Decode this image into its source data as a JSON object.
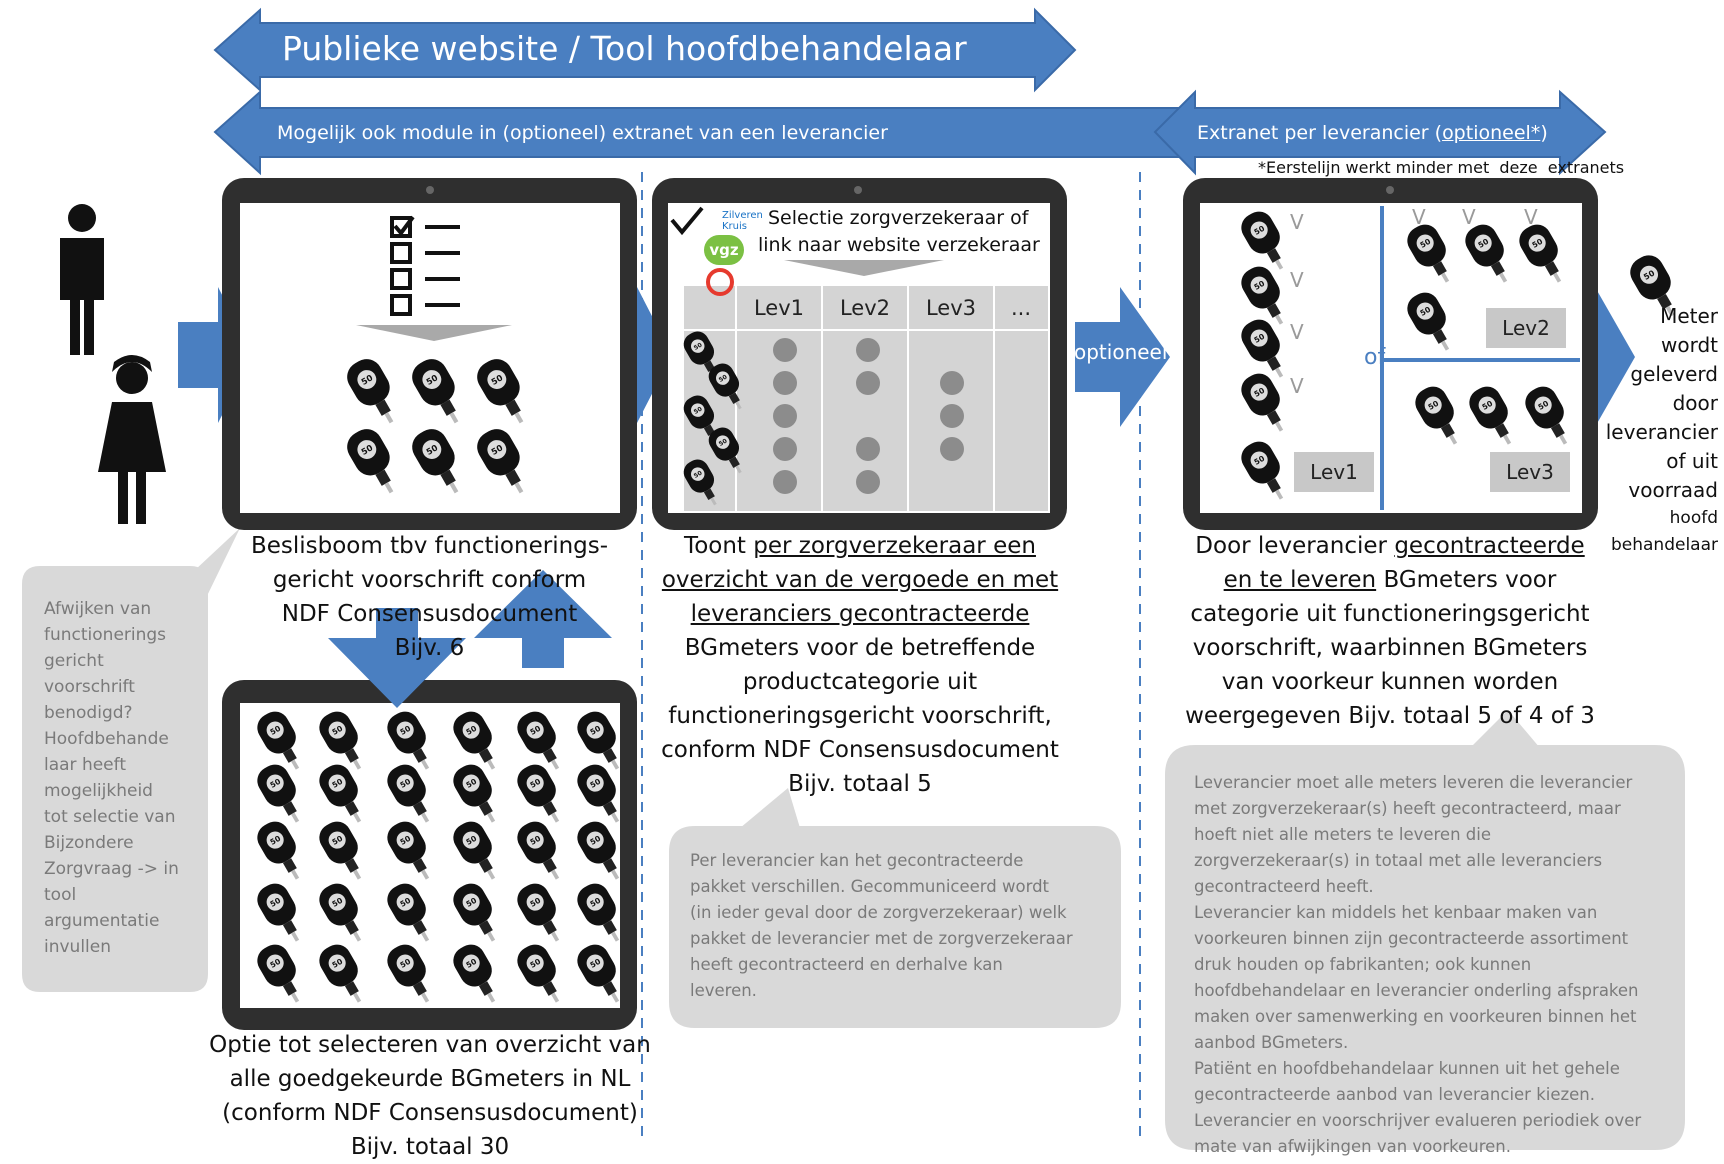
{
  "colors": {
    "arrow_blue": "#4a7fc1",
    "tablet": "#2f2f2f",
    "bubble": "#d9d9d9",
    "bubble_text": "#7a7a7a",
    "dot": "#8c8c8c",
    "table_bg": "#d4d4d4"
  },
  "top_arrows": {
    "main": "Publieke website / Tool hoofdbehandelaar",
    "module": "Mogelijk ook module in (optioneel) extranet van een leverancier",
    "extranet_prefix": "Extranet per leverancier (",
    "extranet_underlined": "optioneel*",
    "extranet_suffix": ")",
    "footnote": "*Eerstelijn werkt minder met  deze  extranets"
  },
  "icons": [
    "person-icon",
    "nurse-icon",
    "checklist-icon",
    "glucose-meter-icon",
    "checkmark-icon",
    "insurer-logo-icon",
    "arrow-right-icon",
    "arrow-down-icon",
    "arrow-up-icon"
  ],
  "tablet1": {
    "caption_lines": [
      "Beslisboom tbv functionerings-",
      "gericht voorschrift conform",
      "NDF Consensusdocument",
      "Bijv. 6"
    ]
  },
  "tablet2": {
    "header_line1": "Selectie zorgverzekeraar of",
    "header_line2": "link naar website verzekeraar",
    "insurer_logo_1": "Zilveren Kruis",
    "insurer_logo_2": "vgz",
    "table_headers": [
      "Lev1",
      "Lev2",
      "Lev3",
      "..."
    ],
    "table_rows": [
      [
        true,
        true,
        false
      ],
      [
        true,
        true,
        true
      ],
      [
        true,
        false,
        true
      ],
      [
        true,
        true,
        true
      ],
      [
        true,
        true,
        false
      ]
    ],
    "caption": [
      {
        "u": "",
        "n": "Toont "
      },
      {
        "u": "per zorgverzekeraar een",
        "n": ""
      }
    ],
    "caption_lines_plain": [
      "Toont per zorgverzekeraar een",
      "overzicht van de vergoede en met",
      "leveranciers gecontracteerde",
      "BGmeters voor de betreffende",
      "productcategorie uit",
      "functioneringsgericht voorschrift,",
      "conform NDF Consensusdocument",
      "Bijv. totaal 5"
    ],
    "caption_underlined_lines": [
      1,
      2
    ],
    "caption_first_prefix": "Toont ",
    "caption_first_underlined": "per zorgverzekeraar een"
  },
  "optional_arrow": "optioneel",
  "tablet3": {
    "lev1": "Lev1",
    "lev2": "Lev2",
    "lev3": "Lev3",
    "of": "of",
    "v": "V",
    "caption_line1_prefix": "Door leverancier ",
    "caption_line1_underlined": "gecontracteerde",
    "caption_line2_underlined": "en te leveren",
    "caption_line2_suffix": " BGmeters voor",
    "caption_rest": [
      "categorie uit functioneringsgericht",
      "voorschrift, waarbinnen BGmeters",
      "van voorkeur kunnen worden",
      "weergegeven Bijv. totaal 5 of 4 of 3"
    ]
  },
  "tablet4": {
    "caption_lines": [
      "Optie tot selecteren van overzicht van",
      "alle goedgekeurde BGmeters in NL",
      "(conform NDF Consensusdocument)",
      "Bijv. totaal 30"
    ]
  },
  "delivery_text": [
    "Meter",
    "wordt",
    "geleverd",
    "door",
    "leverancier",
    "of uit",
    "voorraad",
    "hoofd",
    "behandelaar"
  ],
  "bubbles": {
    "left": [
      "Afwijken van",
      "functionerings",
      "gericht",
      "voorschrift",
      "benodigd?",
      "Hoofdbehande",
      "laar heeft",
      "mogelijkheid",
      "tot selectie van",
      "Bijzondere",
      "Zorgvraag -> in",
      "tool",
      "argumentatie",
      "invullen"
    ],
    "middle": [
      "Per leverancier kan het gecontracteerde",
      "pakket verschillen. Gecommuniceerd wordt",
      "(in ieder geval door de zorgverzekeraar) welk",
      "pakket de leverancier met de zorgverzekeraar",
      "heeft  gecontracteerd en derhalve kan",
      "leveren."
    ],
    "right": [
      "Leverancier moet alle meters leveren die leverancier",
      "met zorgverzekeraar(s) heeft gecontracteerd, maar",
      "hoeft niet alle meters te leveren die",
      "zorgverzekeraar(s) in totaal met alle leveranciers",
      "gecontracteerd heeft.",
      "Leverancier kan middels het kenbaar maken van",
      "voorkeuren binnen zijn gecontracteerde assortiment",
      "druk houden op fabrikanten; ook kunnen",
      "hoofdbehandelaar en leverancier onderling afspraken",
      "maken over samenwerking en voorkeuren binnen het",
      "aanbod BGmeters.",
      "Patiënt en hoofdbehandelaar kunnen uit het gehele",
      "gecontracteerde aanbod van leverancier kiezen.",
      "Leverancier en voorschrijver evalueren periodiek over",
      "mate van afwijkingen van voorkeuren."
    ]
  }
}
